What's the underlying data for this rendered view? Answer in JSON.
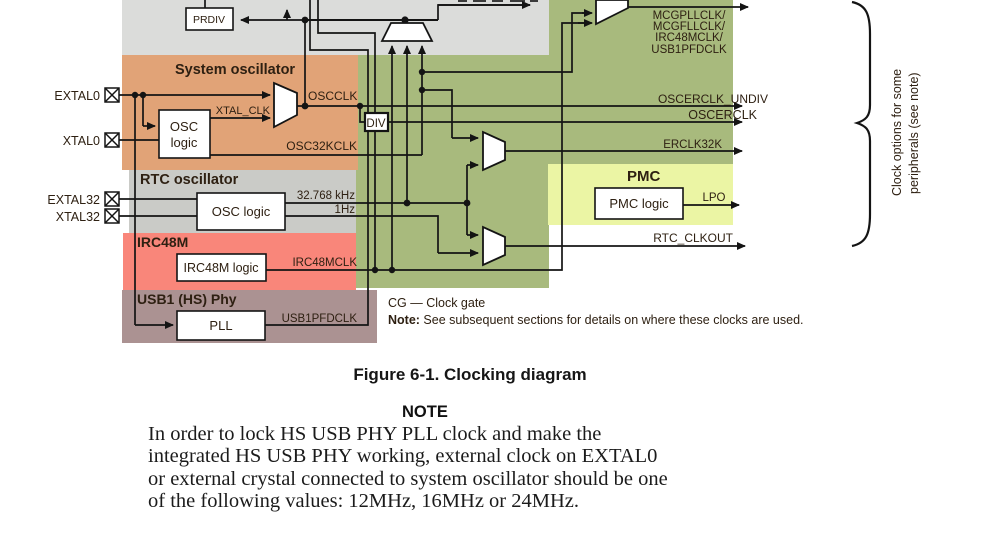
{
  "diagram": {
    "sections": {
      "system_oscillator": "System oscillator",
      "rtc_oscillator": "RTC oscillator",
      "irc48m": "IRC48M",
      "usb1_phy": "USB1 (HS) Phy",
      "pmc": "PMC"
    },
    "pads": {
      "extal0": "EXTAL0",
      "xtal0": "XTAL0",
      "extal32": "EXTAL32",
      "xtal32": "XTAL32"
    },
    "boxes": {
      "prdiv": "PRDIV",
      "osc_line1": "OSC",
      "osc_line2": "logic",
      "div": "DIV",
      "osc_logic": "OSC logic",
      "irc48m_logic": "IRC48M logic",
      "pll": "PLL",
      "pmc_logic": "PMC logic"
    },
    "signals": {
      "xtal_clk": "XTAL_CLK",
      "oscclk": "OSCCLK",
      "osc32kclk": "OSC32KCLK",
      "rtc_32k": "32.768 kHz",
      "rtc_1hz": "1Hz",
      "irc48mclk": "IRC48MCLK",
      "usb1pfdclk": "USB1PFDCLK",
      "mcg_out": [
        "MCGPLLCLK/",
        "MCGFLLCLK/",
        "IRC48MCLK/",
        "USB1PFDCLK"
      ],
      "oscerclk_undiv": "OSCERCLK_UNDIV",
      "oscerclk": "OSCERCLK",
      "erclk32k": "ERCLK32K",
      "lpo": "LPO",
      "rtc_clkout": "RTC_CLKOUT"
    },
    "brace_label": [
      "Clock options for some",
      "peripherals (see note)"
    ],
    "legend": {
      "cg": "CG — Clock gate",
      "note_label": "Note:",
      "note_text": " See subsequent sections for details on where these clocks are used."
    },
    "colors": {
      "mcg_gray": "#dbdcda",
      "green": "#a8ba7d",
      "orange": "#e1a377",
      "rtc_gray": "#cacbc7",
      "irc_red": "#f9867a",
      "usb_mauve": "#ab9292",
      "pmc_yellow": "#ebf5a4",
      "wire": "#141414"
    }
  },
  "caption": "Figure 6-1. Clocking diagram",
  "note": {
    "heading": "NOTE",
    "lines": [
      "In order to lock HS USB PHY PLL clock and make the",
      "integrated HS USB PHY working, external clock on EXTAL0",
      "or external crystal connected to system oscillator should be one",
      "of the following values: 12MHz, 16MHz or 24MHz."
    ]
  }
}
